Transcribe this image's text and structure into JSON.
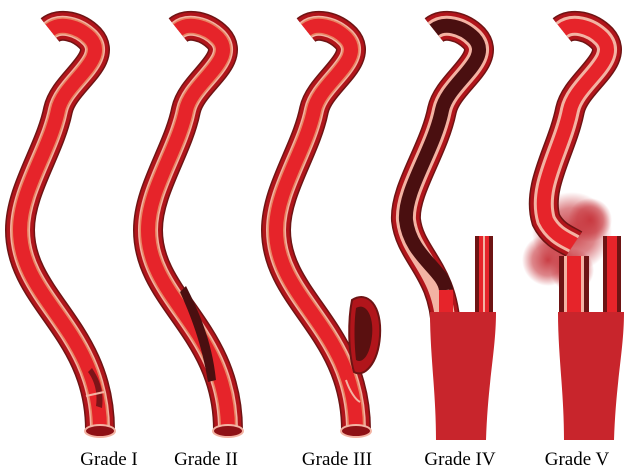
{
  "figure": {
    "panels": [
      {
        "label": "Grade I"
      },
      {
        "label": "Grade II"
      },
      {
        "label": "Grade III"
      },
      {
        "label": "Grade IV"
      },
      {
        "label": "Grade V"
      }
    ]
  },
  "colors": {
    "wall_outer": "#6e1414",
    "wall_outer_mid": "#b1151b",
    "wall_layer": "#f3b3a3",
    "wall_inner_line": "#e88463",
    "lumen": "#e6242a",
    "clot": "#4a0f10",
    "bifurcation": "#c8252c",
    "hemorrhage": "#c7353c"
  }
}
